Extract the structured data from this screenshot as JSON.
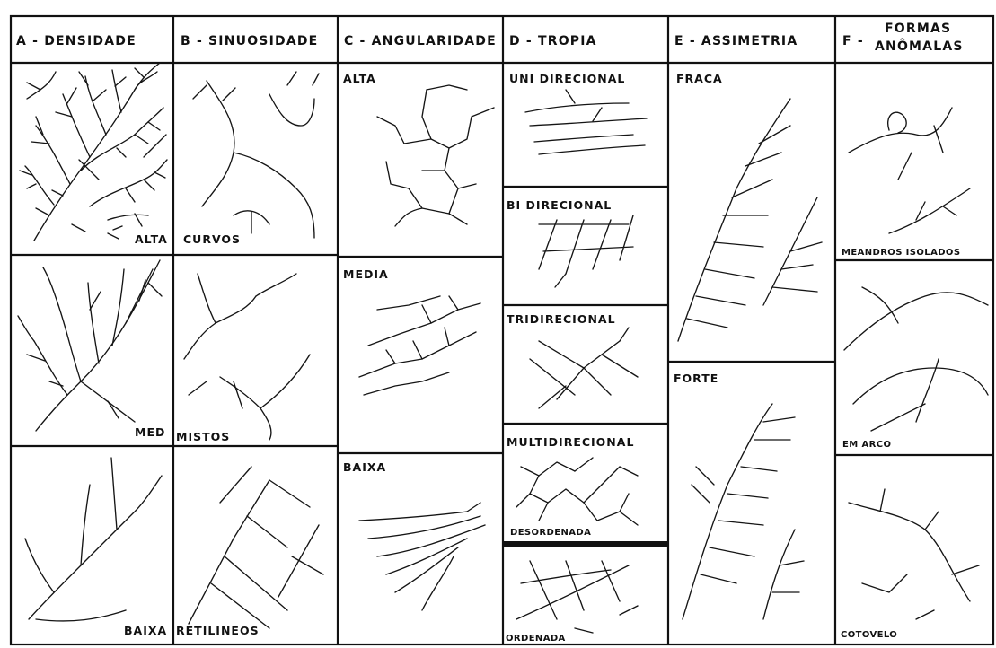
{
  "headers": {
    "a": "A - DENSIDADE",
    "b": "B - SINUOSIDADE",
    "c": "C - ANGULARIDADE",
    "d": "D - TROPIA",
    "e": "E - ASSIMETRIA",
    "f_line1": "FORMAS",
    "f_prefix": "F -",
    "f_line2": "ANÔMALAS"
  },
  "densidade": {
    "alta": "ALTA",
    "media": "MED",
    "baixa": "BAIXA"
  },
  "sinuosidade": {
    "curvos": "CURVOS",
    "mistos": "MISTOS",
    "retilineos": "RETILINEOS"
  },
  "angularidade": {
    "alta": "ALTA",
    "media": "MEDIA",
    "baixa": "BAIXA"
  },
  "tropia": {
    "uni": "UNI DIRECIONAL",
    "bi": "BI DIRECIONAL",
    "tri": "TRIDIRECIONAL",
    "multi": "MULTIDIRECIONAL",
    "desordenada": "DESORDENADA",
    "ordenada": "ORDENADA"
  },
  "assimetria": {
    "fraca": "FRACA",
    "forte": "FORTE"
  },
  "anomalas": {
    "meandros": "MEANDROS ISOLADOS",
    "arco": "EM ARCO",
    "cotovelo": "COTOVELO"
  }
}
